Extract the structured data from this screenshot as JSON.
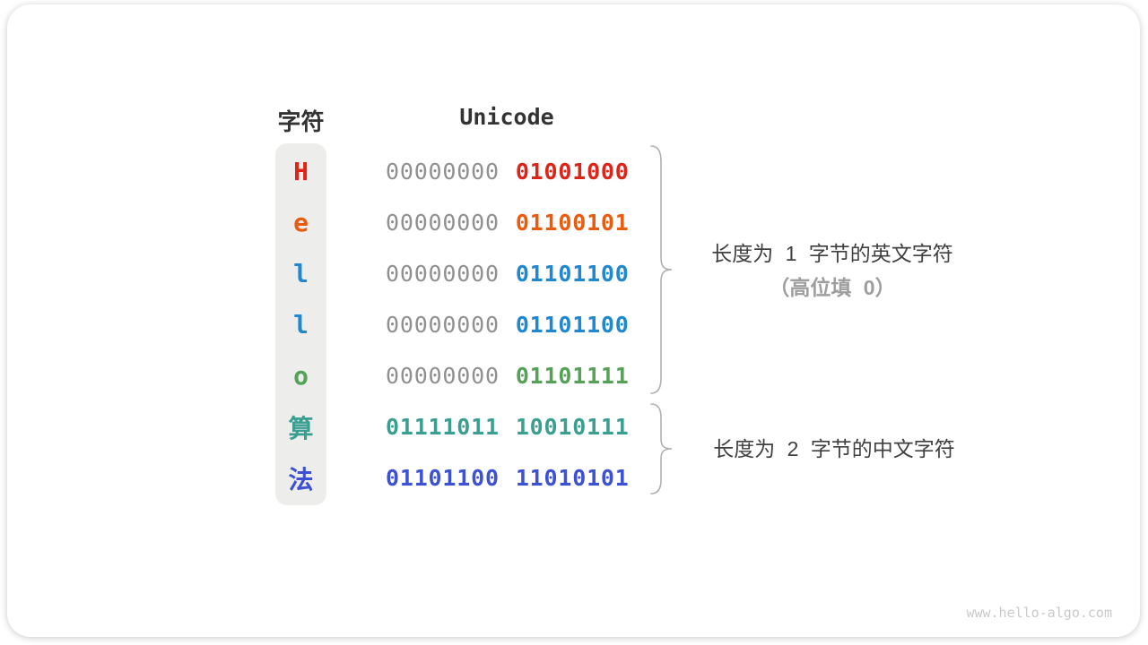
{
  "header": {
    "char_label": "字符",
    "unicode_label": "Unicode"
  },
  "rows": [
    {
      "char": "H",
      "color": "#df2317",
      "byte1": "00000000",
      "byte2": "01001000",
      "byte1_muted": true
    },
    {
      "char": "e",
      "color": "#ea5b0e",
      "byte1": "00000000",
      "byte2": "01100101",
      "byte1_muted": true
    },
    {
      "char": "l",
      "color": "#2087d1",
      "byte1": "00000000",
      "byte2": "01101100",
      "byte1_muted": true
    },
    {
      "char": "l",
      "color": "#2087d1",
      "byte1": "00000000",
      "byte2": "01101100",
      "byte1_muted": true
    },
    {
      "char": "o",
      "color": "#55a158",
      "byte1": "00000000",
      "byte2": "01101111",
      "byte1_muted": true
    },
    {
      "char": "算",
      "color": "#3a9e91",
      "byte1": "01111011",
      "byte2": "10010111",
      "byte1_muted": false
    },
    {
      "char": "法",
      "color": "#3d51d5",
      "byte1": "01101100",
      "byte2": "11010101",
      "byte1_muted": false
    }
  ],
  "colors": {
    "muted_byte": "#909090",
    "header_text": "#333333",
    "annotation_text": "#404040",
    "annotation_sub": "#9e9e9e",
    "brace": "#b0b0b0",
    "pill_bg": "#ededec"
  },
  "annotations": {
    "english": {
      "line1": "长度为 1 字节的英文字符",
      "line2": "（高位填 0）"
    },
    "chinese": {
      "line1": "长度为 2 字节的中文字符"
    }
  },
  "watermark": "www.hello-algo.com"
}
